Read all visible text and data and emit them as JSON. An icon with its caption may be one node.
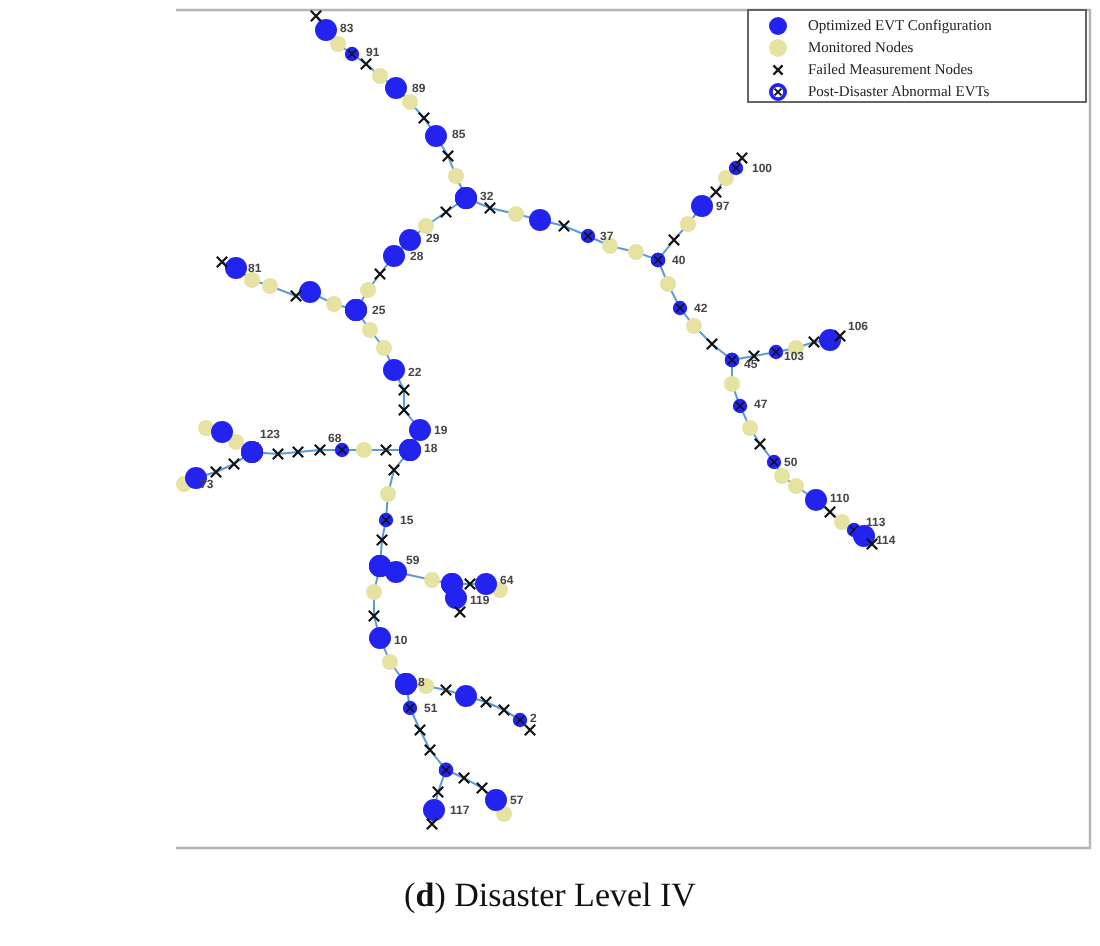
{
  "diagram": {
    "caption": "(**d**) Disaster Level IV",
    "labels": [
      "83",
      "91",
      "100",
      "89",
      "85",
      "97",
      "32",
      "29",
      "37",
      "28",
      "40",
      "81",
      "25",
      "42",
      "106",
      "103",
      "45",
      "22",
      "47",
      "19",
      "123",
      "68",
      "18",
      "73",
      "50",
      "110",
      "15",
      "113",
      "114",
      "59",
      "64",
      "119",
      "10",
      "8",
      "51",
      "2",
      "57",
      "117"
    ],
    "legend": [
      {
        "text": "Optimized EVT Configuration",
        "color": "#2323f0"
      },
      {
        "text": "Monitored Nodes",
        "color": "#e6e2a2"
      },
      {
        "text": "Failed Measurement Nodes"
      },
      {
        "text": "Post-Disaster Abnormal EVTs"
      }
    ]
  }
}
